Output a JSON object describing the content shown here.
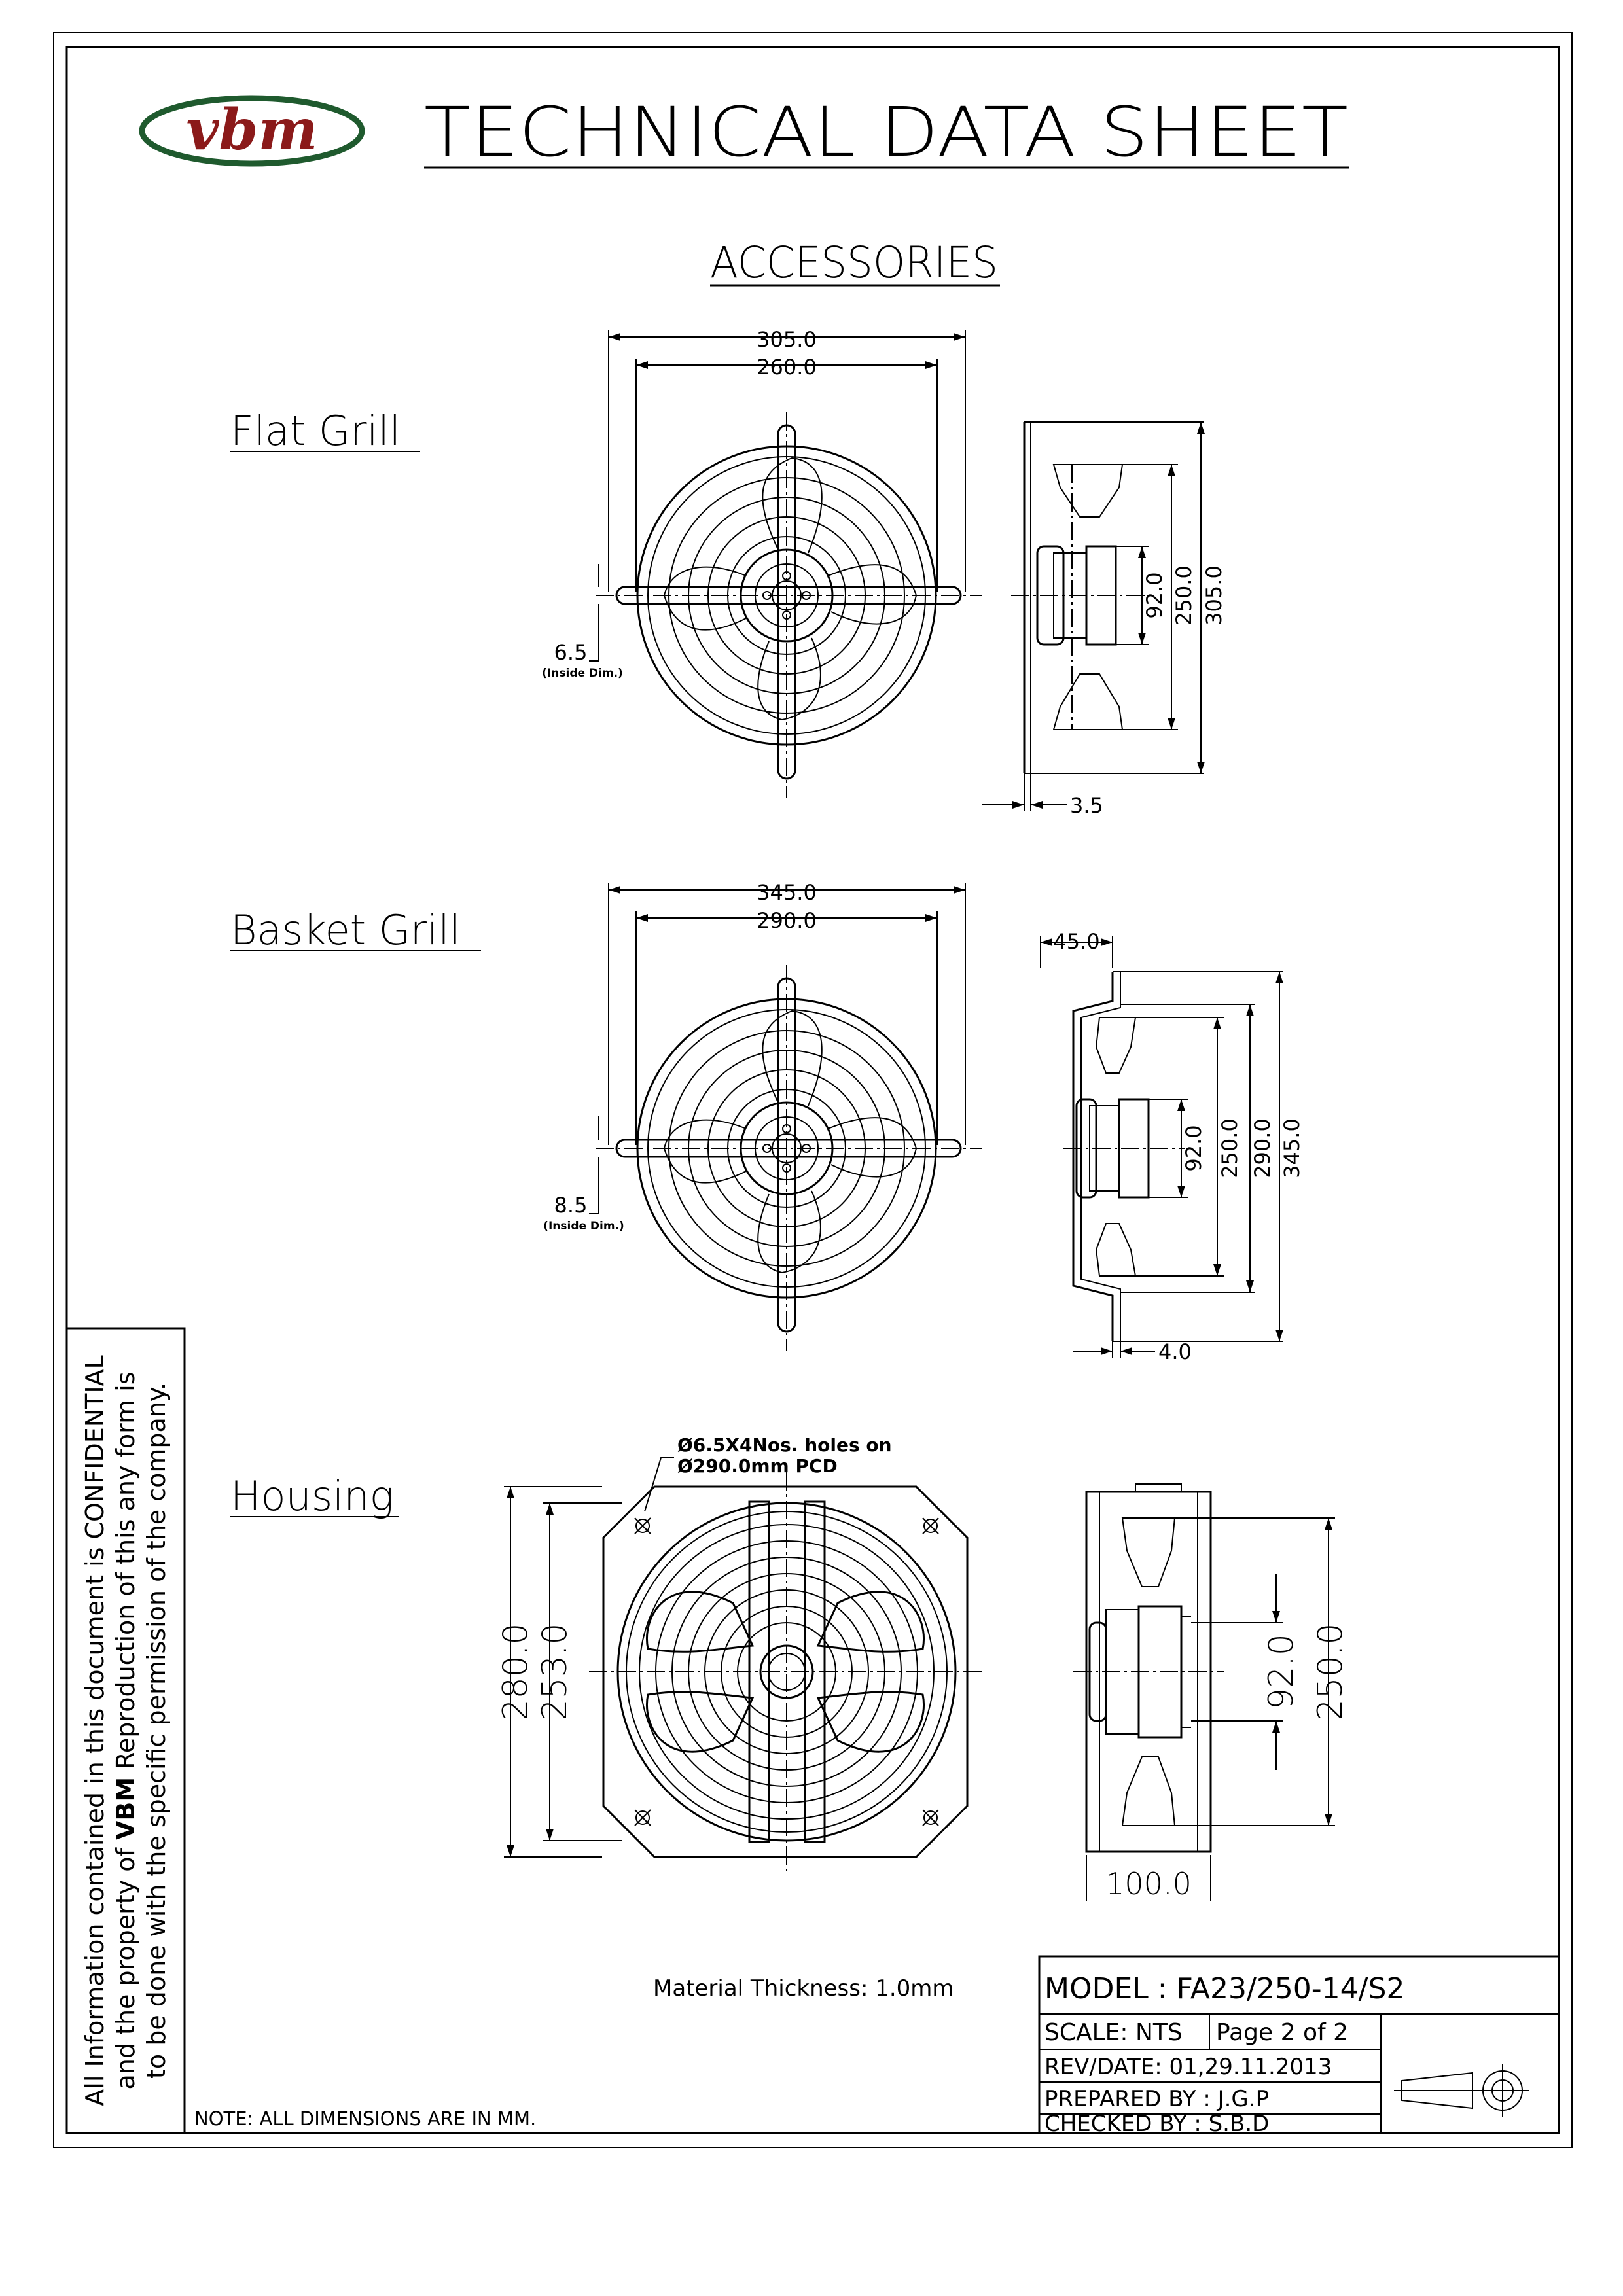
{
  "logo": {
    "text": "vbm",
    "color": "#8b1a1a",
    "ring_color": "#1f5a2e"
  },
  "header": {
    "title": "TECHNICAL DATA SHEET",
    "subtitle": "ACCESSORIES"
  },
  "sections": {
    "flat_grill": {
      "label": "Flat Grill",
      "front_dims": {
        "overall": "305.0",
        "pcd": "260.0",
        "slot": "6.5",
        "slot_note": "(Inside Dim.)"
      },
      "side_dims": {
        "hub": "92.0",
        "blade": "250.0",
        "overall": "305.0",
        "thickness": "3.5"
      }
    },
    "basket_grill": {
      "label": "Basket Grill",
      "front_dims": {
        "overall": "345.0",
        "pcd": "290.0",
        "slot": "8.5",
        "slot_note": "(Inside Dim.)"
      },
      "side_dims": {
        "depth": "45.0",
        "hub": "92.0",
        "blade": "250.0",
        "inner": "290.0",
        "overall": "345.0",
        "thickness": "4.0"
      }
    },
    "housing": {
      "label": "Housing",
      "hole_note_line1": "Ø6.5X4Nos. holes on",
      "hole_note_line2": "Ø290.0mm PCD",
      "front_dims": {
        "overall": "280.0",
        "inner": "253.0"
      },
      "side_dims": {
        "hub": "92.0",
        "blade": "250.0",
        "depth": "100.0"
      }
    }
  },
  "material_note": "Material Thickness: 1.0mm",
  "confidential": {
    "line1": "All Information contained in this document is CONFIDENTIAL",
    "line2_prefix": "and the property of ",
    "line2_brand": "VBM",
    "line2_suffix": " Reproduction of this any form is",
    "line3": "to be done with the specific permission of the company."
  },
  "footer_note": "NOTE: ALL DIMENSIONS ARE IN MM.",
  "title_block": {
    "model": "MODEL :  FA23/250-14/S2",
    "scale": "SCALE:  NTS",
    "page": "Page  2  of  2",
    "rev": "REV/DATE: 01,29.11.2013",
    "prepared": "PREPARED  BY :   J.G.P",
    "checked": "CHECKED  BY :   S.B.D"
  }
}
